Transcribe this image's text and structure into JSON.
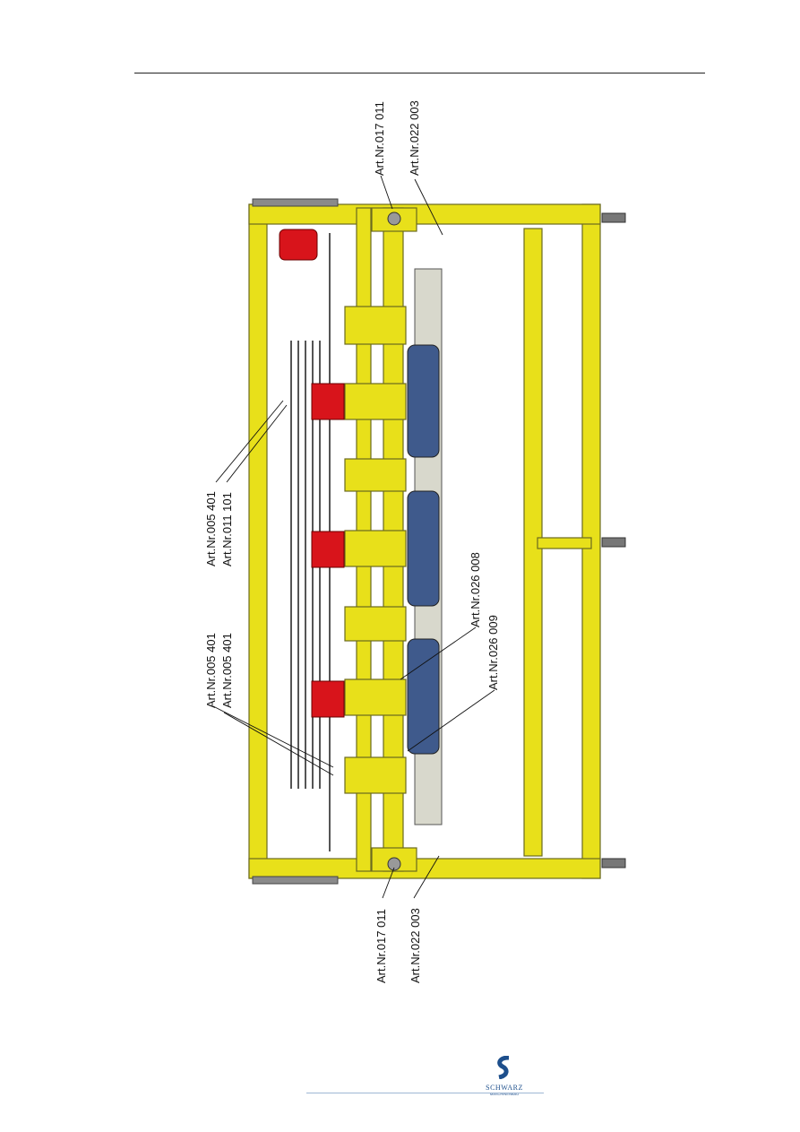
{
  "labels": {
    "top_left_017": "Art.Nr.017 011",
    "top_right_022": "Art.Nr.022 003",
    "mid_005": "Art.Nr.005 401",
    "mid_011": "Art.Nr.011 101",
    "left_005_a": "Art.Nr.005 401",
    "left_005_b": "Art.Nr.005 401",
    "mid_026_008": "Art.Nr.026 008",
    "mid_026_009": "Art.Nr.026 009",
    "bottom_017": "Art.Nr.017 011",
    "bottom_022": "Art.Nr.022 003"
  },
  "footer": {
    "logo_name": "SCHWARZ",
    "logo_sub": "MASCHINENBAU"
  },
  "colors": {
    "frame_yellow": "#e8e01a",
    "frame_outline": "#6b6a20",
    "motor_red": "#d8141b",
    "disc_blue": "#3f5a8c",
    "rail_grey": "#8a8a8a",
    "logo_blue": "#1d4f8c"
  }
}
